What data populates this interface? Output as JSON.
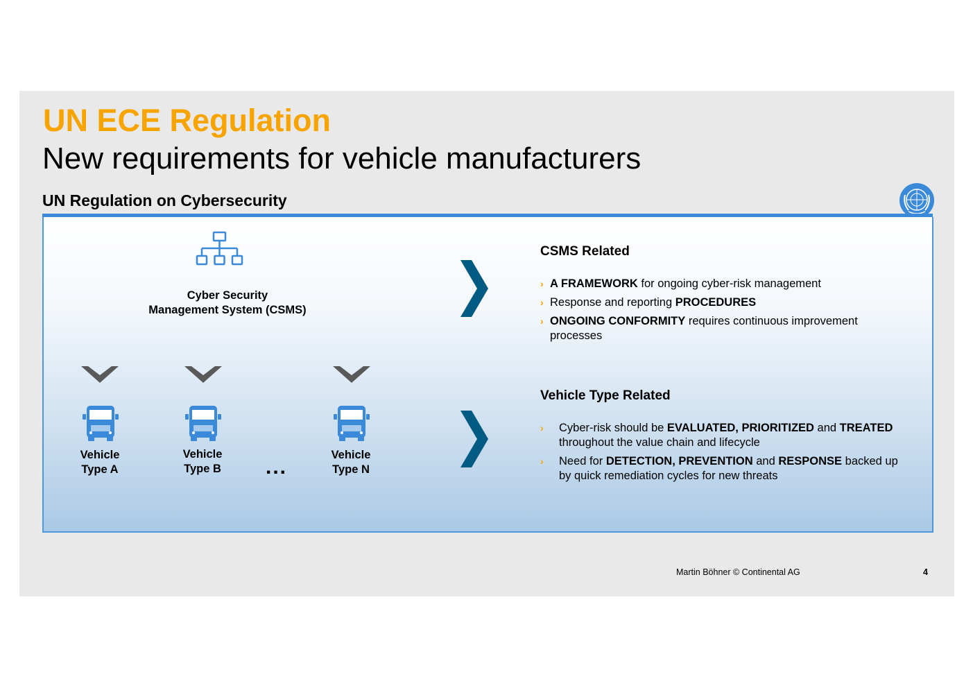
{
  "header": {
    "title": "UN ECE Regulation",
    "subtitle": "New requirements for vehicle manufacturers",
    "section": "UN Regulation on Cybersecurity"
  },
  "icons": {
    "org_chart": "org-chart-icon",
    "truck": "truck-icon",
    "chevron_down": "chevron-down-icon",
    "chevron_right": "chevron-right-icon",
    "un_logo": "un-emblem-icon"
  },
  "colors": {
    "accent_orange": "#f8a400",
    "accent_blue": "#3a8ad9",
    "chevron_blue": "#005a82",
    "chevron_gray": "#595959"
  },
  "csms": {
    "label_line1": "Cyber Security",
    "label_line2": "Management System (CSMS)"
  },
  "vehicles": [
    {
      "line1": "Vehicle",
      "line2": "Type A"
    },
    {
      "line1": "Vehicle",
      "line2": "Type B"
    },
    {
      "line1": "Vehicle",
      "line2": "Type N"
    }
  ],
  "ellipsis": "...",
  "csms_related": {
    "heading": "CSMS Related",
    "bullets": [
      [
        {
          "t": "A FRAMEWORK",
          "b": true
        },
        {
          "t": " for ongoing cyber-risk management",
          "b": false
        }
      ],
      [
        {
          "t": "Response and reporting ",
          "b": false
        },
        {
          "t": "PROCEDURES",
          "b": true
        }
      ],
      [
        {
          "t": "ONGOING CONFORMITY",
          "b": true
        },
        {
          "t": " requires continuous improvement processes",
          "b": false
        }
      ]
    ]
  },
  "vehicle_related": {
    "heading": "Vehicle Type Related",
    "bullets": [
      [
        {
          "t": "Cyber-risk should be ",
          "b": false
        },
        {
          "t": "EVALUATED, PRIORITIZED",
          "b": true
        },
        {
          "t": " and ",
          "b": false
        },
        {
          "t": "TREATED",
          "b": true
        },
        {
          "t": " throughout the value chain and lifecycle",
          "b": false
        }
      ],
      [
        {
          "t": "Need for ",
          "b": false
        },
        {
          "t": "DETECTION, PREVENTION",
          "b": true
        },
        {
          "t": " and ",
          "b": false
        },
        {
          "t": "RESPONSE",
          "b": true
        },
        {
          "t": " backed up by quick remediation cycles for new threats",
          "b": false
        }
      ]
    ]
  },
  "bullet_marker": "›",
  "footer": {
    "credit": "Martin Böhner © Continental AG",
    "page": "4"
  }
}
